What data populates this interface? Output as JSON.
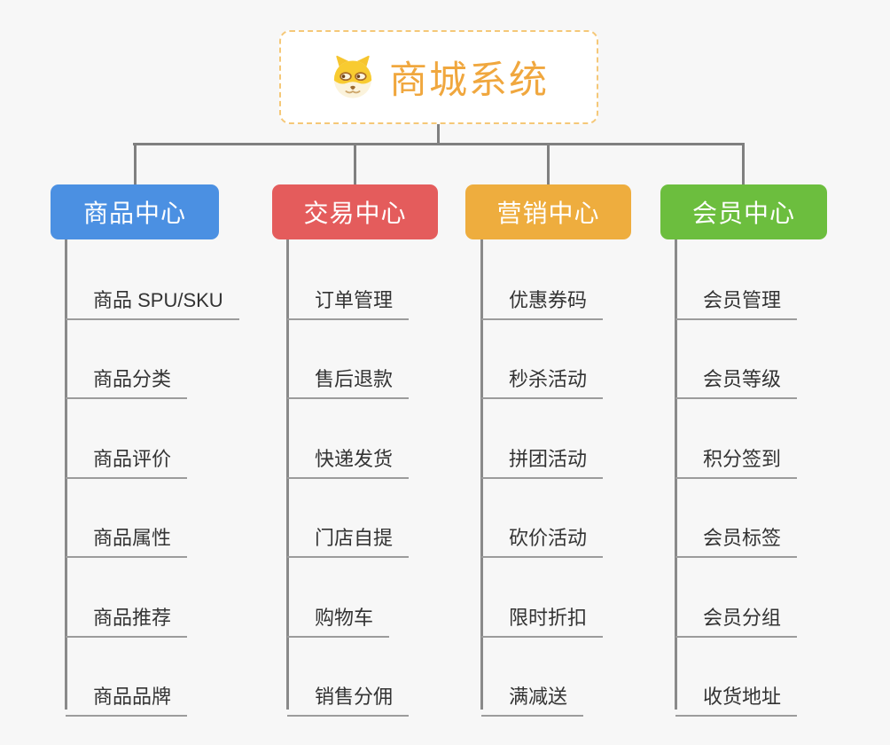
{
  "page": {
    "background_color": "#f7f7f7",
    "connector_color": "#808080",
    "underline_color": "#9c9c9c"
  },
  "root": {
    "title": "商城系统",
    "icon": "dog-face-icon",
    "text_color": "#f0a73e",
    "border_color": "#f5c878"
  },
  "branches": [
    {
      "label": "商品中心",
      "color": "#4b90e2",
      "children": [
        "商品 SPU/SKU",
        "商品分类",
        "商品评价",
        "商品属性",
        "商品推荐",
        "商品品牌"
      ]
    },
    {
      "label": "交易中心",
      "color": "#e45c5c",
      "children": [
        "订单管理",
        "售后退款",
        "快递发货",
        "门店自提",
        "购物车",
        "销售分佣"
      ]
    },
    {
      "label": "营销中心",
      "color": "#eead3e",
      "children": [
        "优惠券码",
        "秒杀活动",
        "拼团活动",
        "砍价活动",
        "限时折扣",
        "满减送"
      ]
    },
    {
      "label": "会员中心",
      "color": "#6cbe3e",
      "children": [
        "会员管理",
        "会员等级",
        "积分签到",
        "会员标签",
        "会员分组",
        "收货地址"
      ]
    }
  ]
}
